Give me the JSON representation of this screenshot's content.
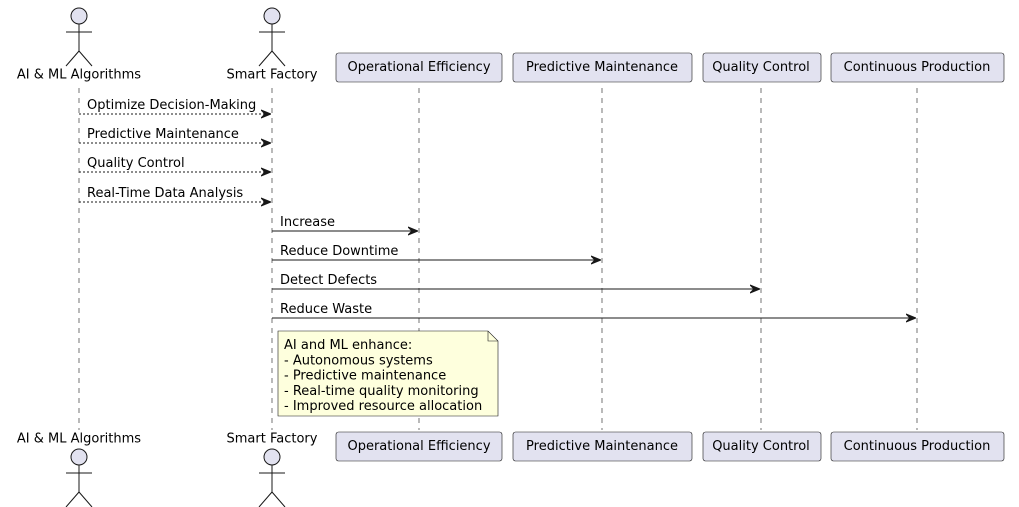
{
  "diagram": {
    "type": "sequence",
    "colors": {
      "participant_fill": "#E2E2F0",
      "participant_stroke": "#181818",
      "note_fill": "#FEFFDD",
      "line": "#181818"
    },
    "participants": [
      {
        "id": "ai",
        "label": "AI & ML Algorithms",
        "kind": "actor"
      },
      {
        "id": "factory",
        "label": "Smart Factory",
        "kind": "actor"
      },
      {
        "id": "efficiency",
        "label": "Operational Efficiency",
        "kind": "box"
      },
      {
        "id": "maintenance",
        "label": "Predictive Maintenance",
        "kind": "box"
      },
      {
        "id": "quality",
        "label": "Quality Control",
        "kind": "box"
      },
      {
        "id": "production",
        "label": "Continuous Production",
        "kind": "box"
      }
    ],
    "messages": [
      {
        "from": "ai",
        "to": "factory",
        "label": "Optimize Decision-Making",
        "style": "dashed"
      },
      {
        "from": "ai",
        "to": "factory",
        "label": "Predictive Maintenance",
        "style": "dashed"
      },
      {
        "from": "ai",
        "to": "factory",
        "label": "Quality Control",
        "style": "dashed"
      },
      {
        "from": "ai",
        "to": "factory",
        "label": "Real-Time Data Analysis",
        "style": "dashed"
      },
      {
        "from": "factory",
        "to": "efficiency",
        "label": "Increase",
        "style": "solid"
      },
      {
        "from": "factory",
        "to": "maintenance",
        "label": "Reduce Downtime",
        "style": "solid"
      },
      {
        "from": "factory",
        "to": "quality",
        "label": "Detect Defects",
        "style": "solid"
      },
      {
        "from": "factory",
        "to": "production",
        "label": "Reduce Waste",
        "style": "solid"
      }
    ],
    "note": {
      "anchor": "factory",
      "lines": [
        "AI and ML enhance:",
        "- Autonomous systems",
        "- Predictive maintenance",
        "- Real-time quality monitoring",
        "- Improved resource allocation"
      ]
    }
  }
}
